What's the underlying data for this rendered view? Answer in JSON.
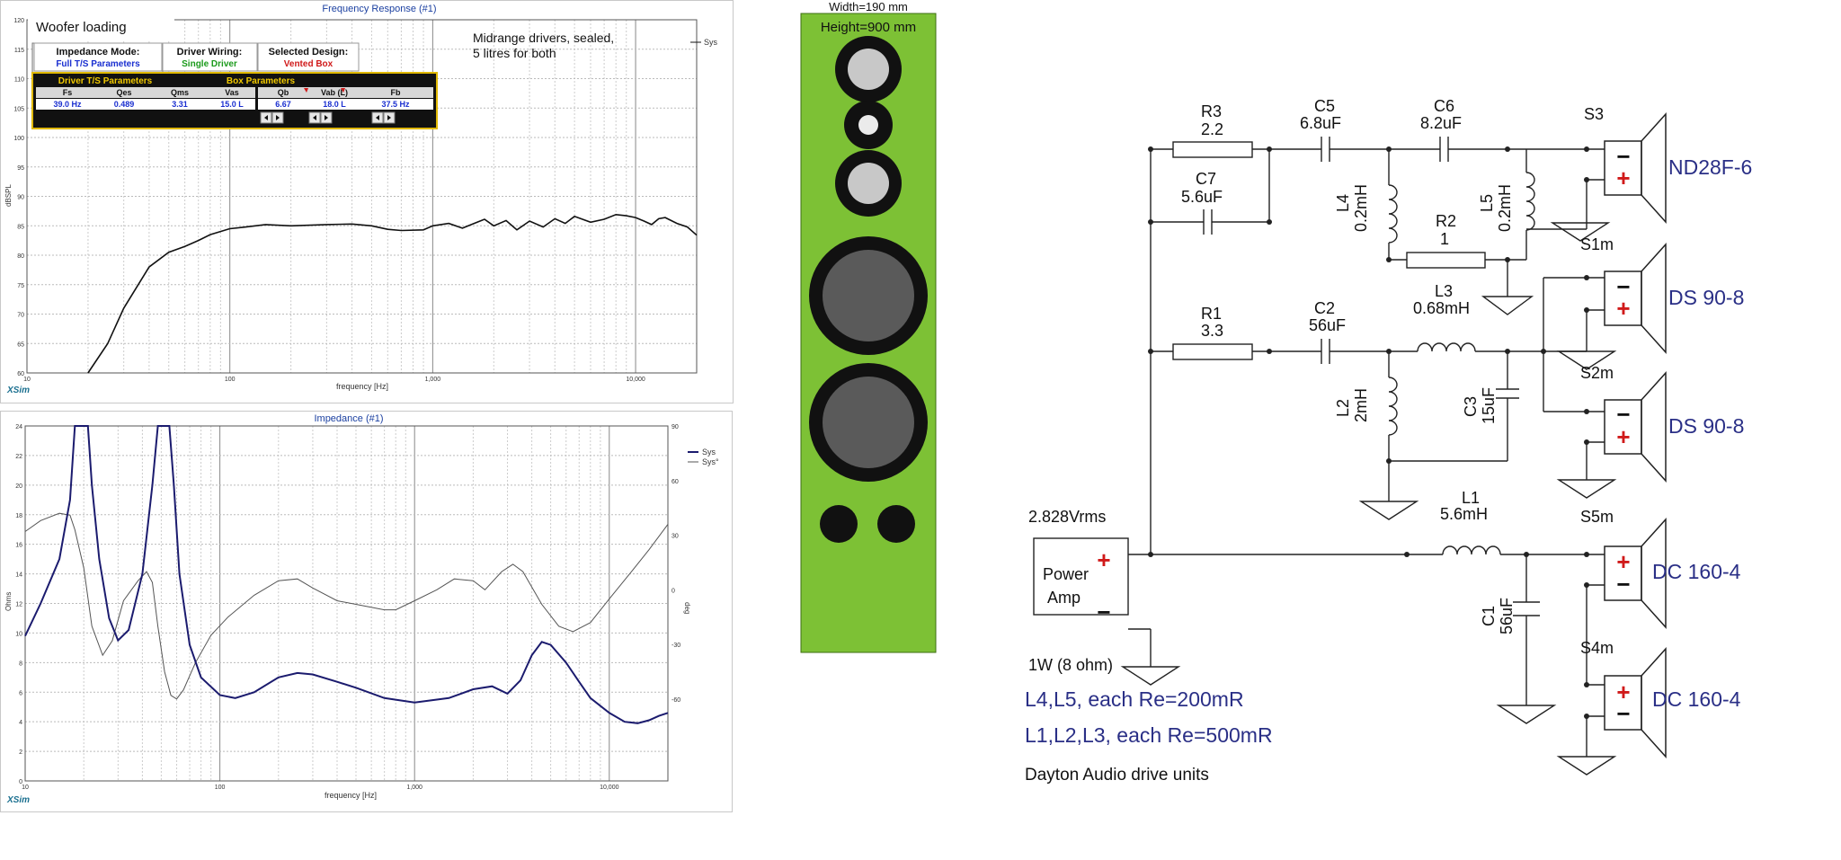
{
  "frequency_response": {
    "title": "Frequency Response (#1)",
    "ylabel": "dBSPL",
    "xlabel": "frequency [Hz]",
    "brand": "XSim",
    "legend": "Sys",
    "y_ticks": [
      "120",
      "115",
      "110",
      "105",
      "100",
      "95",
      "90",
      "85",
      "80",
      "75",
      "70",
      "65",
      "60"
    ],
    "x_ticks": [
      "10",
      "100",
      "1,000",
      "10,000"
    ],
    "annotation_lines": [
      "Midrange drivers, sealed,",
      "5 litres for both"
    ],
    "woofer_panel": {
      "title": "Woofer loading",
      "modes": [
        {
          "label": "Impedance Mode:",
          "value": "Full T/S Parameters"
        },
        {
          "label": "Driver Wiring:",
          "value": "Single Driver"
        },
        {
          "label": "Selected Design:",
          "value": "Vented Box"
        }
      ],
      "ts_header": "Driver T/S Parameters",
      "box_header": "Box Parameters",
      "ts_params": [
        {
          "name": "Fs",
          "value": "39.0 Hz"
        },
        {
          "name": "Qes",
          "value": "0.489"
        },
        {
          "name": "Qms",
          "value": "3.31"
        },
        {
          "name": "Vas",
          "value": "15.0 L"
        }
      ],
      "box_params": [
        {
          "name": "Qb",
          "value": "6.67"
        },
        {
          "name": "Vab (L)",
          "value": "18.0 L"
        },
        {
          "name": "Fb",
          "value": "37.5 Hz"
        }
      ]
    }
  },
  "impedance": {
    "title": "Impedance (#1)",
    "ylabel": "Ohms",
    "y2label": "deg",
    "xlabel": "frequency [Hz]",
    "brand": "XSim",
    "legend": [
      "Sys",
      "Sys°"
    ],
    "y_ticks": [
      "24",
      "22",
      "20",
      "18",
      "16",
      "14",
      "12",
      "10",
      "8",
      "6",
      "4",
      "2",
      "0"
    ],
    "y2_ticks": [
      "90",
      "60",
      "30",
      "0",
      "-30",
      "-60"
    ],
    "x_ticks": [
      "10",
      "100",
      "1,000",
      "10,000"
    ]
  },
  "baffle": {
    "width_label": "Width=190 mm",
    "height_label": "Height=900 mm",
    "color": "#7dc135"
  },
  "schematic": {
    "components": {
      "R3": {
        "name": "R3",
        "value": "2.2"
      },
      "C5": {
        "name": "C5",
        "value": "6.8uF"
      },
      "C6": {
        "name": "C6",
        "value": "8.2uF"
      },
      "C7": {
        "name": "C7",
        "value": "5.6uF"
      },
      "L4": {
        "name": "L4",
        "value": "0.2mH"
      },
      "L5": {
        "name": "L5",
        "value": "0.2mH"
      },
      "R2": {
        "name": "R2",
        "value": "1"
      },
      "R1": {
        "name": "R1",
        "value": "3.3"
      },
      "C2": {
        "name": "C2",
        "value": "56uF"
      },
      "L3": {
        "name": "L3",
        "value": "0.68mH"
      },
      "L2": {
        "name": "L2",
        "value": "2mH"
      },
      "C3": {
        "name": "C3",
        "value": "15uF"
      },
      "L1": {
        "name": "L1",
        "value": "5.6mH"
      },
      "C1": {
        "name": "C1",
        "value": "56uF"
      }
    },
    "speakers": [
      {
        "ref": "S3",
        "model": "ND28F-6"
      },
      {
        "ref": "S1m",
        "model": "DS 90-8"
      },
      {
        "ref": "S2m",
        "model": "DS 90-8"
      },
      {
        "ref": "S5m",
        "model": "DC 160-4"
      },
      {
        "ref": "S4m",
        "model": "DC 160-4"
      }
    ],
    "source": {
      "voltage": "2.828Vrms",
      "line1": "Power",
      "line2": "Amp",
      "power_note": "1W (8 ohm)"
    },
    "notes": [
      "L4,L5, each Re=200mR",
      "L1,L2,L3, each Re=500mR",
      "Dayton Audio drive units"
    ]
  }
}
